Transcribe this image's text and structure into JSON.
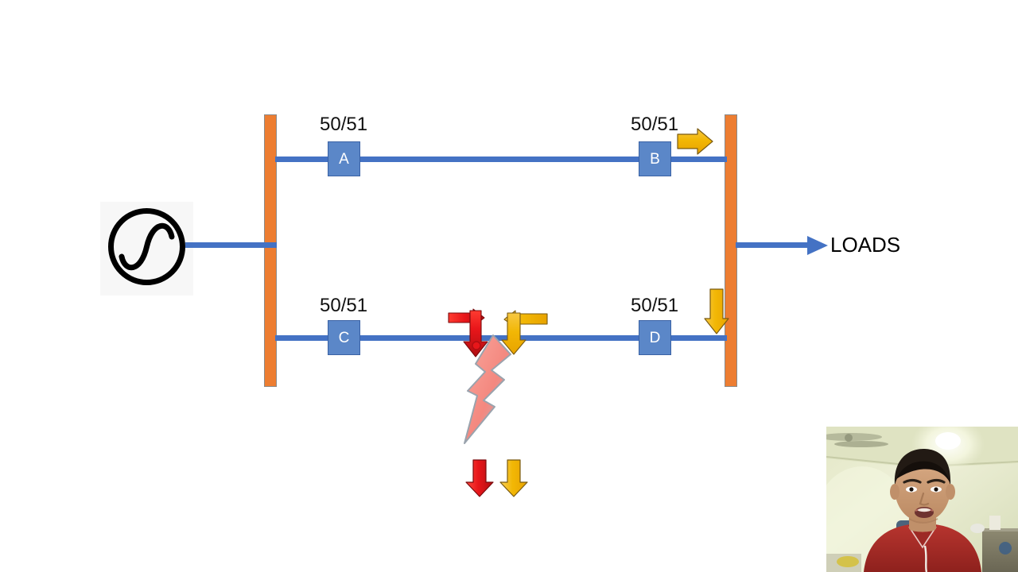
{
  "diagram": {
    "title": "Radial distribution feeder protection coordination one-line diagram",
    "source": {
      "name": "generator-symbol",
      "icon": "ac-source-sine-icon",
      "label": ""
    },
    "buses": [
      {
        "name": "source-bus",
        "color": "#ED7D31"
      },
      {
        "name": "load-bus",
        "color": "#ED7D31"
      }
    ],
    "conductor_color": "#4472C4",
    "feeders": [
      {
        "id": "top",
        "relays": [
          {
            "id": "A",
            "label": "A",
            "function_label": "50/51"
          },
          {
            "id": "B",
            "label": "B",
            "function_label": "50/51"
          }
        ]
      },
      {
        "id": "bottom",
        "relays": [
          {
            "id": "C",
            "label": "C",
            "function_label": "50/51"
          },
          {
            "id": "D",
            "label": "D",
            "function_label": "50/51"
          }
        ]
      }
    ],
    "loads": {
      "label": "LOADS",
      "arrow_icon": "arrow-right-icon"
    },
    "fault": {
      "icon": "lightning-bolt-icon",
      "color": "#F4887F",
      "marker_icon": "fault-point-icon"
    },
    "current_arrows": [
      {
        "name": "fault-current-red-elbow-arrow",
        "icon": "elbow-arrow-down-icon",
        "color": "#E8161A"
      },
      {
        "name": "load-current-yellow-elbow-arrow",
        "icon": "elbow-arrow-down-icon",
        "color": "#F2B705"
      },
      {
        "name": "bus-b-outflow-arrow",
        "icon": "arrow-right-icon",
        "color": "#F2B705"
      },
      {
        "name": "bus-d-inflow-arrow",
        "icon": "arrow-down-icon",
        "color": "#F2B705"
      },
      {
        "name": "legend-fault-current-arrow",
        "icon": "arrow-down-icon",
        "color": "#E8161A"
      },
      {
        "name": "legend-load-current-arrow",
        "icon": "arrow-down-icon",
        "color": "#F2B705"
      }
    ]
  },
  "webcam": {
    "name": "presenter-webcam-overlay",
    "description": "Presenter in red polo shirt seated in a room with pale green walls, ceiling fan and ceiling light"
  }
}
